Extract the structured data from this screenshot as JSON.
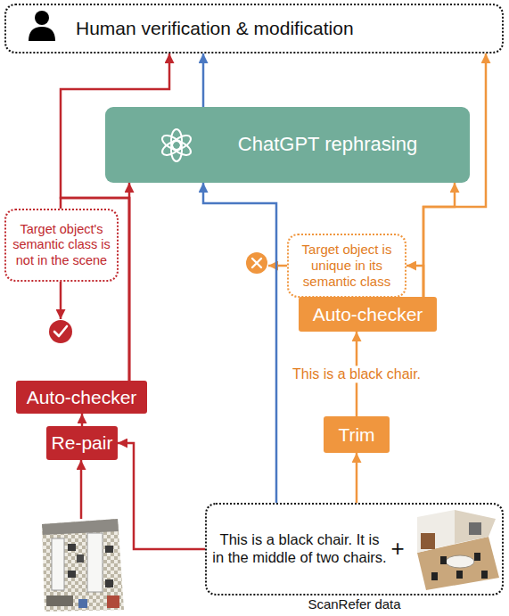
{
  "diagram": {
    "nodes": [
      {
        "text": [
          "Human verification & modification"
        ]
      },
      {
        "text": [
          "ChatGPT rephrasing"
        ]
      },
      {
        "text": [
          "Target object's semantic class is not in the scene"
        ]
      },
      {
        "text": [
          "Target object is unique in its semantic class"
        ]
      },
      {
        "text": [
          "Auto-checker"
        ]
      },
      {
        "text": [
          "Auto-checker"
        ]
      },
      {
        "text": [
          "Re-pair"
        ]
      },
      {
        "text": [
          "Trim"
        ]
      },
      {
        "text": [
          "This is a black chair. It is in the middle of two chairs.",
          "+",
          "ScanRefer data"
        ]
      }
    ],
    "edges": [
      {
        "from": 8,
        "to": 6,
        "arrow": "to"
      },
      {
        "from": 6,
        "to": 5,
        "arrow": "to"
      },
      {
        "from": 5,
        "to": 1,
        "arrow": "to"
      },
      {
        "from": 5,
        "to": 0,
        "arrow": "to"
      },
      {
        "from": 5,
        "to": 2,
        "arrow": "none"
      },
      {
        "from": 8,
        "to": 1,
        "arrow": "to"
      },
      {
        "from": 1,
        "to": 0,
        "arrow": "to"
      },
      {
        "from": 8,
        "to": 7,
        "arrow": "to"
      },
      {
        "from": 7,
        "to": 4,
        "label": "This is a black chair.",
        "arrow": "to"
      },
      {
        "from": 4,
        "to": 3,
        "arrow": "to"
      },
      {
        "from": 4,
        "to": 1,
        "arrow": "to"
      },
      {
        "from": 4,
        "to": 0,
        "arrow": "to"
      }
    ]
  }
}
